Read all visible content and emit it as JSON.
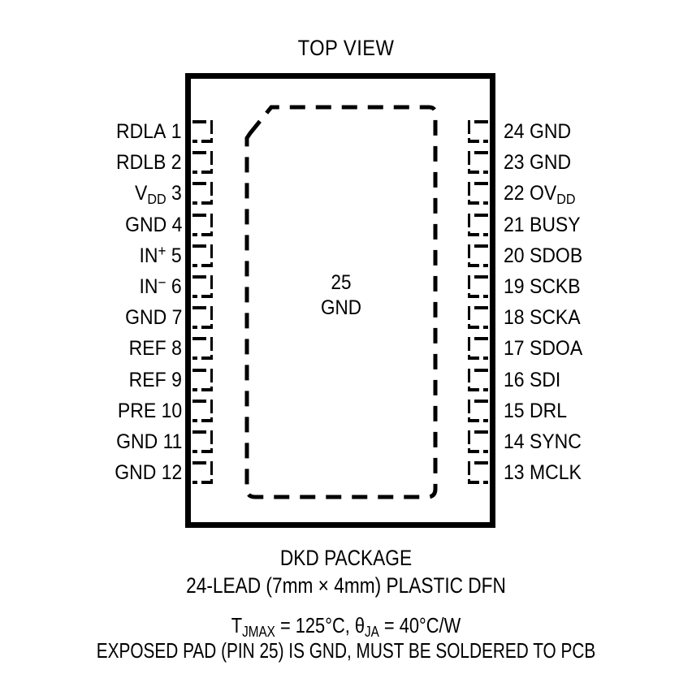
{
  "diagram": {
    "title": "TOP VIEW",
    "center_pad": {
      "pin_number": "25",
      "label": "GND"
    },
    "left_pins": [
      {
        "number": "1",
        "name": "RDLA",
        "sub": "",
        "sup": ""
      },
      {
        "number": "2",
        "name": "RDLB",
        "sub": "",
        "sup": ""
      },
      {
        "number": "3",
        "name": "V",
        "sub": "DD",
        "sup": ""
      },
      {
        "number": "4",
        "name": "GND",
        "sub": "",
        "sup": ""
      },
      {
        "number": "5",
        "name": "IN",
        "sub": "",
        "sup": "+"
      },
      {
        "number": "6",
        "name": "IN",
        "sub": "",
        "sup": "−"
      },
      {
        "number": "7",
        "name": "GND",
        "sub": "",
        "sup": ""
      },
      {
        "number": "8",
        "name": "REF",
        "sub": "",
        "sup": ""
      },
      {
        "number": "9",
        "name": "REF",
        "sub": "",
        "sup": ""
      },
      {
        "number": "10",
        "name": "PRE",
        "sub": "",
        "sup": ""
      },
      {
        "number": "11",
        "name": "GND",
        "sub": "",
        "sup": ""
      },
      {
        "number": "12",
        "name": "GND",
        "sub": "",
        "sup": ""
      }
    ],
    "right_pins": [
      {
        "number": "24",
        "name": "GND",
        "sub": "",
        "sup": ""
      },
      {
        "number": "23",
        "name": "GND",
        "sub": "",
        "sup": ""
      },
      {
        "number": "22",
        "name": "OV",
        "sub": "DD",
        "sup": ""
      },
      {
        "number": "21",
        "name": "BUSY",
        "sub": "",
        "sup": ""
      },
      {
        "number": "20",
        "name": "SDOB",
        "sub": "",
        "sup": ""
      },
      {
        "number": "19",
        "name": "SCKB",
        "sub": "",
        "sup": ""
      },
      {
        "number": "18",
        "name": "SCKA",
        "sub": "",
        "sup": ""
      },
      {
        "number": "17",
        "name": "SDOA",
        "sub": "",
        "sup": ""
      },
      {
        "number": "16",
        "name": "SDI",
        "sub": "",
        "sup": ""
      },
      {
        "number": "15",
        "name": "DRL",
        "sub": "",
        "sup": ""
      },
      {
        "number": "14",
        "name": "SYNC",
        "sub": "",
        "sup": ""
      },
      {
        "number": "13",
        "name": "MCLK",
        "sub": "",
        "sup": ""
      }
    ],
    "caption": {
      "package_name": "DKD PACKAGE",
      "lead_spec": "24-LEAD (7mm × 4mm) PLASTIC DFN",
      "thermal_tj_prefix": "T",
      "thermal_tj_sub": "JMAX",
      "thermal_tj_value": " = 125°C, ",
      "thermal_theta_symbol": "θ",
      "thermal_theta_sub": "JA",
      "thermal_theta_value": " = 40°C/W",
      "exposed_pad_note": "EXPOSED PAD (PIN 25) IS GND, MUST BE SOLDERED TO PCB"
    },
    "colors": {
      "ink": "#000000",
      "background": "#ffffff"
    }
  }
}
